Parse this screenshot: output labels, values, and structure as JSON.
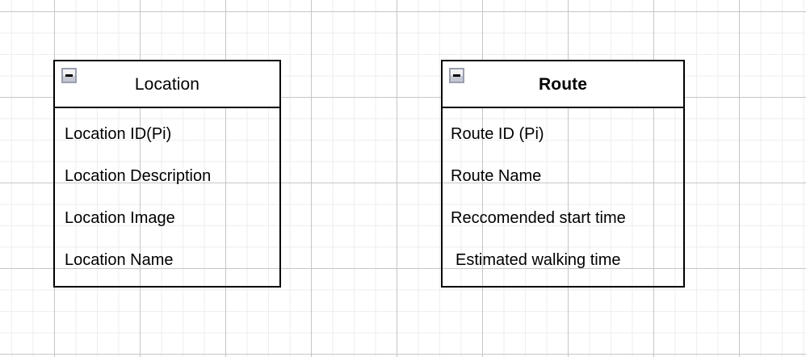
{
  "canvas": {
    "grid": {
      "minor_color": "#eeeeee",
      "major_color": "#c6c6c6",
      "background_color": "#ffffff"
    }
  },
  "entities": [
    {
      "id": "location",
      "title": "Location",
      "title_bold": false,
      "collapse_icon": "minus-icon",
      "attributes": [
        {
          "label": "Location ID(Pi)"
        },
        {
          "label": "Location Description"
        },
        {
          "label": "Location Image"
        },
        {
          "label": "Location Name"
        }
      ]
    },
    {
      "id": "route",
      "title": "Route",
      "title_bold": true,
      "collapse_icon": "minus-icon",
      "attributes": [
        {
          "label": "Route ID (Pi)"
        },
        {
          "label": "Route Name"
        },
        {
          "label": "Reccomended start time"
        },
        {
          "label": "Estimated walking time"
        }
      ]
    }
  ]
}
